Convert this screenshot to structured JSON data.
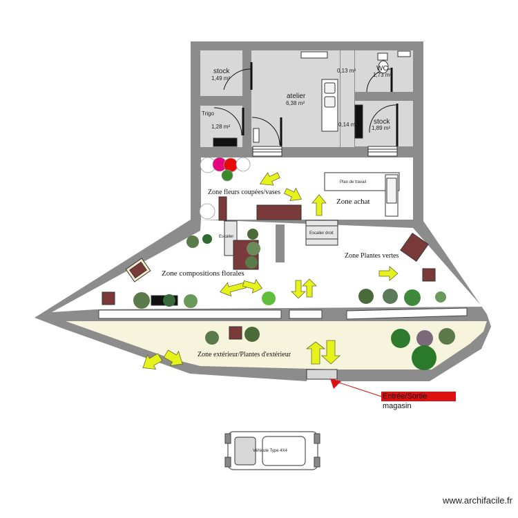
{
  "rooms": {
    "stock1": {
      "name": "stock",
      "area": "1,49 m²"
    },
    "trigo": {
      "name": "Trigo",
      "area": "1,28 m²"
    },
    "atelier": {
      "name": "atelier",
      "area": "6,38 m²"
    },
    "corridor_small": {
      "area": "0,13 m²"
    },
    "wc": {
      "name": "WC",
      "area": "1,73 m²"
    },
    "closet": {
      "area": "0,14 m²"
    },
    "stock2": {
      "name": "stock",
      "area": "1,89 m²"
    }
  },
  "zones": {
    "fleurs": "Zone fleurs coupées/vases",
    "achat": "Zone achat",
    "plan_travail": "Plan de travail",
    "escalier": "Escalier",
    "escalier_droit": "Escalier droit",
    "plantes_vertes": "Zone Plantes vertes",
    "compositions": "Zone compositions florales",
    "exterieur": "Zone extérieur/Plantes d'extérieur"
  },
  "entry_label": "Entrée/Sortie magasin",
  "vehicle_label": "Véhicule Type 4X4",
  "watermark": "www.archifacile.fr",
  "colors": {
    "wall": "#8c8c8c",
    "room_fill": "#d8d8d8",
    "exterior_fill": "#f6f4dc",
    "arrow": "#e6f21c",
    "furniture_red": "#7a3a3a",
    "entry_red": "#dd1111"
  }
}
